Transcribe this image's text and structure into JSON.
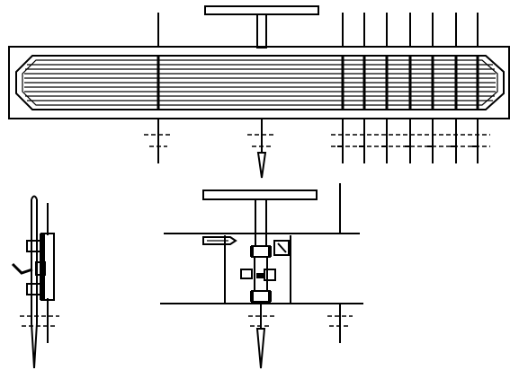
{
  "figure": {
    "description_visible_text": "",
    "colors": {
      "ink": "#000000",
      "paper": "#ffffff"
    }
  },
  "parts": {
    "top_view": {
      "name": "loom-top-view",
      "vertical_rods_right": 7
    },
    "side_view": {
      "name": "side-view"
    },
    "front_view": {
      "name": "front-view"
    }
  }
}
